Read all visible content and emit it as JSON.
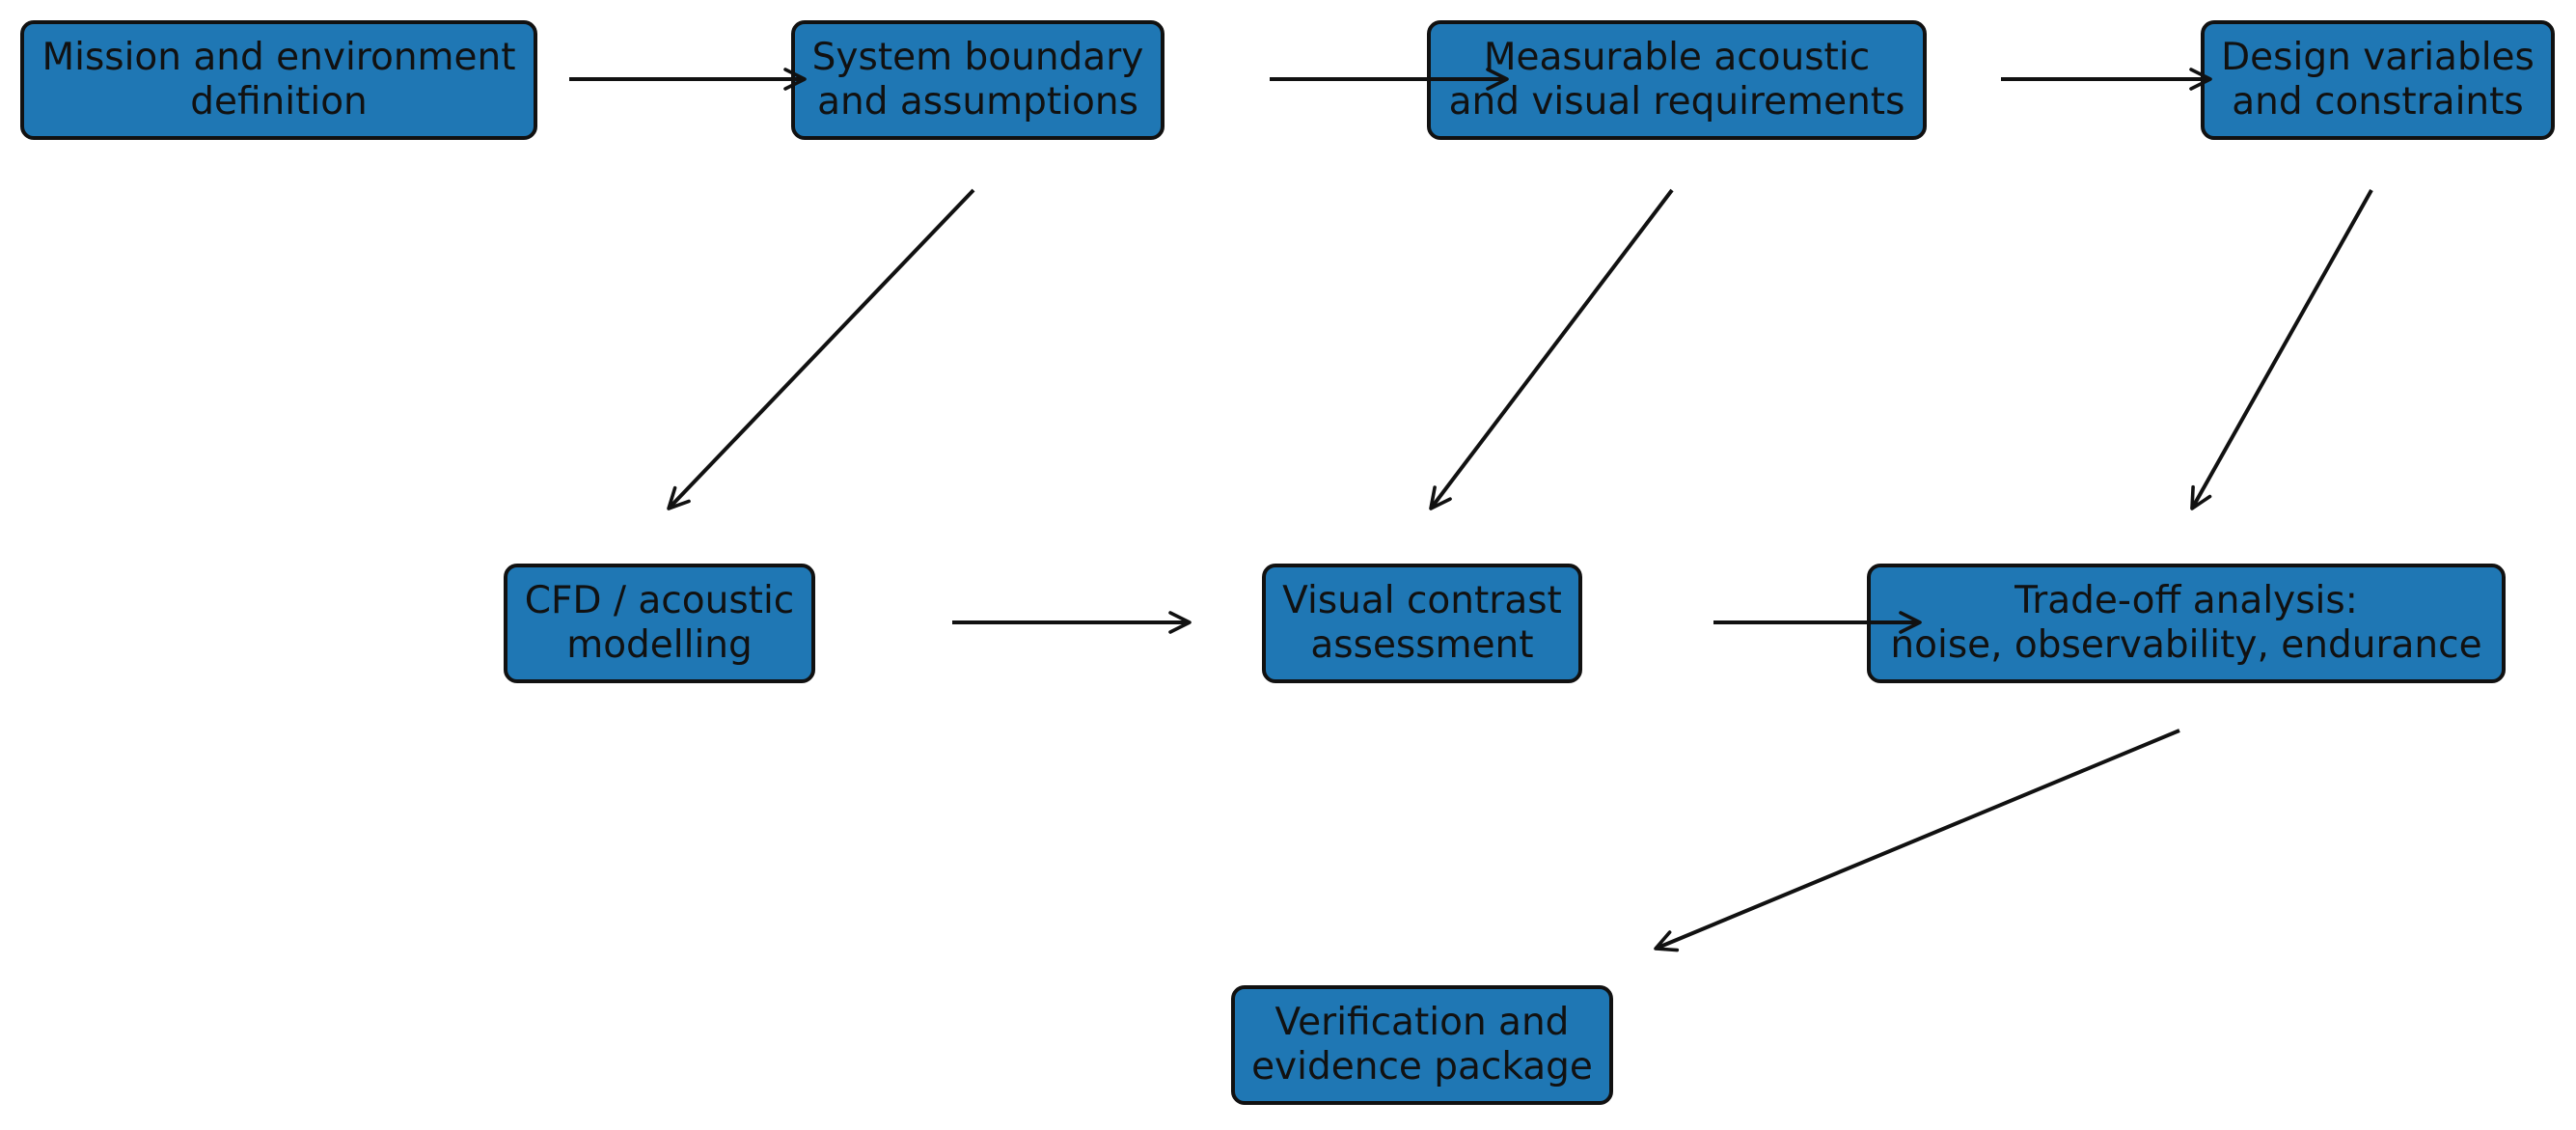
{
  "diagram": {
    "colors": {
      "node_fill": "#1f77b4",
      "node_border": "#111111",
      "arrow": "#111111",
      "text": "#111111"
    },
    "nodes": [
      {
        "id": "mission",
        "label": "Mission and environment\ndefinition"
      },
      {
        "id": "boundary",
        "label": "System boundary\nand assumptions"
      },
      {
        "id": "requirements",
        "label": "Measurable acoustic\nand visual requirements"
      },
      {
        "id": "design-vars",
        "label": "Design variables\nand constraints"
      },
      {
        "id": "cfd",
        "label": "CFD / acoustic\nmodelling"
      },
      {
        "id": "visual",
        "label": "Visual contrast\nassessment"
      },
      {
        "id": "tradeoff",
        "label": "Trade-off analysis:\nnoise, observability, endurance"
      },
      {
        "id": "verification",
        "label": "Verification and\nevidence package"
      }
    ],
    "edges": [
      {
        "from": "mission",
        "to": "boundary"
      },
      {
        "from": "boundary",
        "to": "requirements"
      },
      {
        "from": "requirements",
        "to": "design-vars"
      },
      {
        "from": "boundary",
        "to": "cfd"
      },
      {
        "from": "requirements",
        "to": "visual"
      },
      {
        "from": "design-vars",
        "to": "tradeoff"
      },
      {
        "from": "cfd",
        "to": "visual"
      },
      {
        "from": "visual",
        "to": "tradeoff"
      },
      {
        "from": "tradeoff",
        "to": "verification"
      }
    ]
  }
}
